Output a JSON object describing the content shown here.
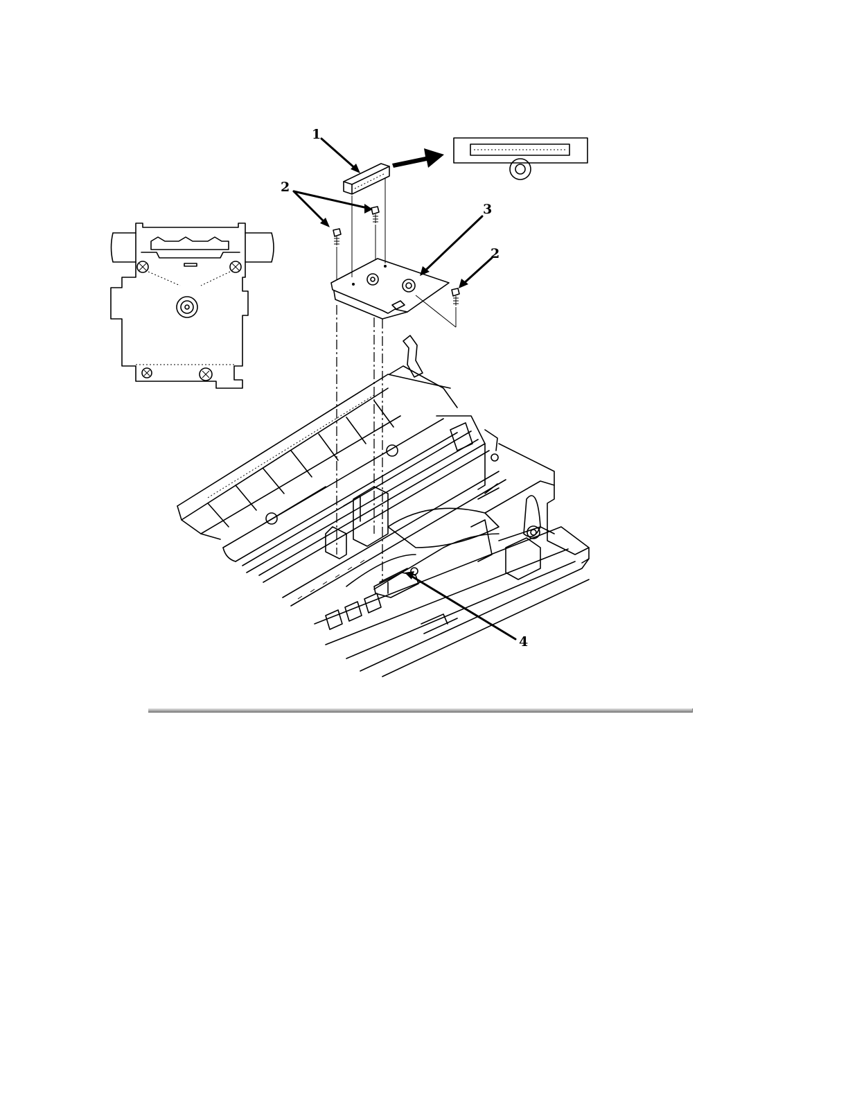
{
  "callouts": {
    "c1": "1",
    "c2a": "2",
    "c2b": "2",
    "c3": "3",
    "c4": "4"
  },
  "colors": {
    "ink": "#000000",
    "paper": "#ffffff",
    "rule": "#8a8a8a"
  }
}
